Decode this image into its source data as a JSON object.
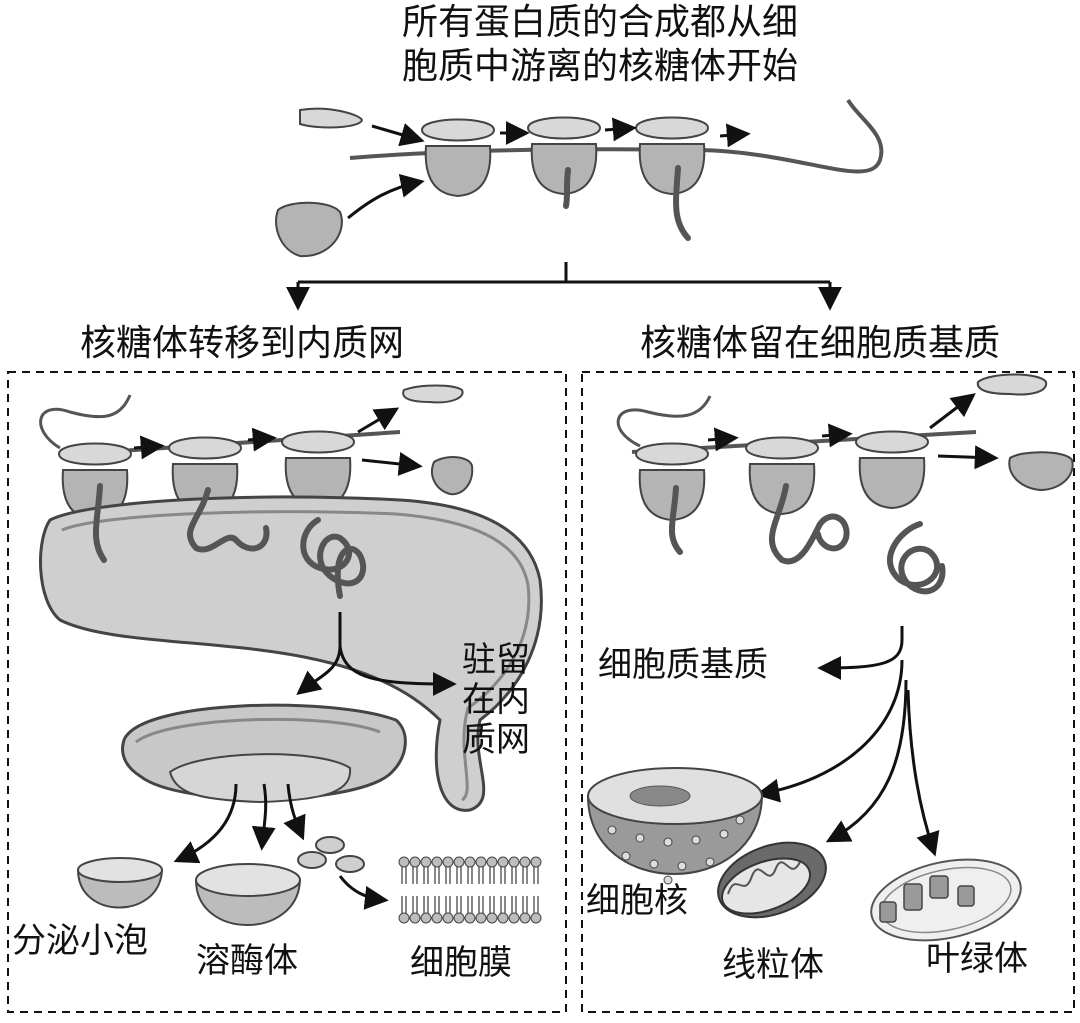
{
  "title": {
    "line1": "所有蛋白质的合成都从细",
    "line2": "胞质中游离的核糖体开始"
  },
  "left_panel": {
    "heading": "核糖体转移到内质网",
    "retained_label": {
      "line1": "驻留",
      "line2": "在内",
      "line3": "质网"
    },
    "destinations": [
      "分泌小泡",
      "溶酶体",
      "细胞膜"
    ]
  },
  "right_panel": {
    "heading": "核糖体留在细胞质基质",
    "cytosol_label": "细胞质基质",
    "destinations": [
      "细胞核",
      "线粒体",
      "叶绿体"
    ]
  },
  "colors": {
    "ribosome": "#b8b8b8",
    "ribosome_top": "#d6d6d6",
    "strand": "#555555",
    "er_fill": "#d0d0d0",
    "line": "#111111"
  }
}
